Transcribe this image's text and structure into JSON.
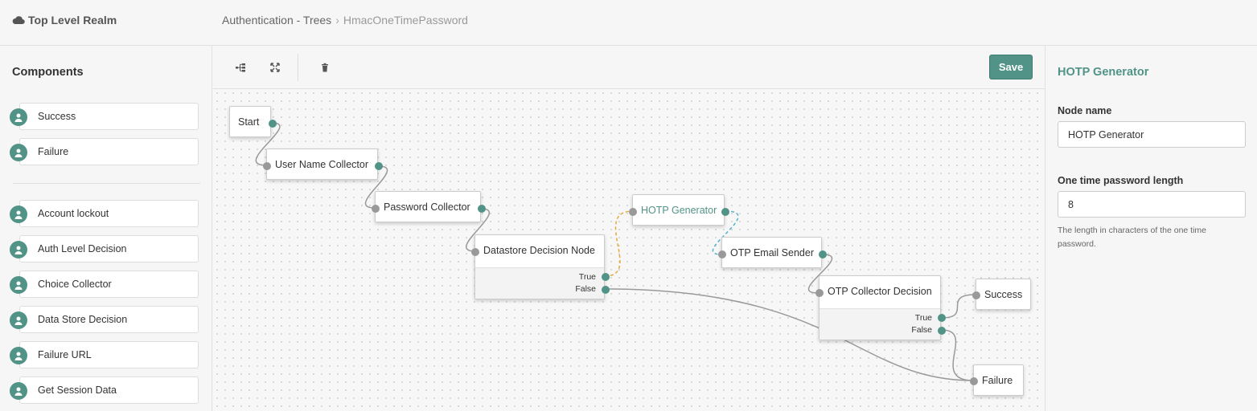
{
  "header": {
    "realm": "Top Level Realm",
    "breadcrumb": {
      "parent": "Authentication - Trees",
      "separator": "›",
      "current": "HmacOneTimePassword"
    }
  },
  "sidebar": {
    "title": "Components",
    "pinned": [
      {
        "label": "Success"
      },
      {
        "label": "Failure"
      }
    ],
    "items": [
      {
        "label": "Account lockout"
      },
      {
        "label": "Auth Level Decision"
      },
      {
        "label": "Choice Collector"
      },
      {
        "label": "Data Store Decision"
      },
      {
        "label": "Failure URL"
      },
      {
        "label": "Get Session Data"
      }
    ]
  },
  "toolbar": {
    "icons": [
      "tree-layout-icon",
      "fit-screen-icon",
      "trash-icon"
    ],
    "save_label": "Save"
  },
  "tree": {
    "nodes": {
      "start": {
        "label": "Start"
      },
      "username": {
        "label": "User Name Collector"
      },
      "password": {
        "label": "Password Collector"
      },
      "datastore": {
        "label": "Datastore Decision Node",
        "out_true": "True",
        "out_false": "False"
      },
      "hotp": {
        "label": "HOTP Generator"
      },
      "otpemail": {
        "label": "OTP Email Sender"
      },
      "otpcollector": {
        "label": "OTP Collector Decision",
        "out_true": "True",
        "out_false": "False"
      },
      "success": {
        "label": "Success"
      },
      "failure": {
        "label": "Failure"
      }
    },
    "colors": {
      "accent": "#519387",
      "link": "#999999",
      "link_true_pending": "#e7a93c",
      "link_selected": "#5bb3cc"
    }
  },
  "panel": {
    "title": "HOTP Generator",
    "node_name_label": "Node name",
    "node_name_value": "HOTP Generator",
    "otp_length_label": "One time password length",
    "otp_length_value": "8",
    "otp_length_help": "The length in characters of the one time password."
  }
}
